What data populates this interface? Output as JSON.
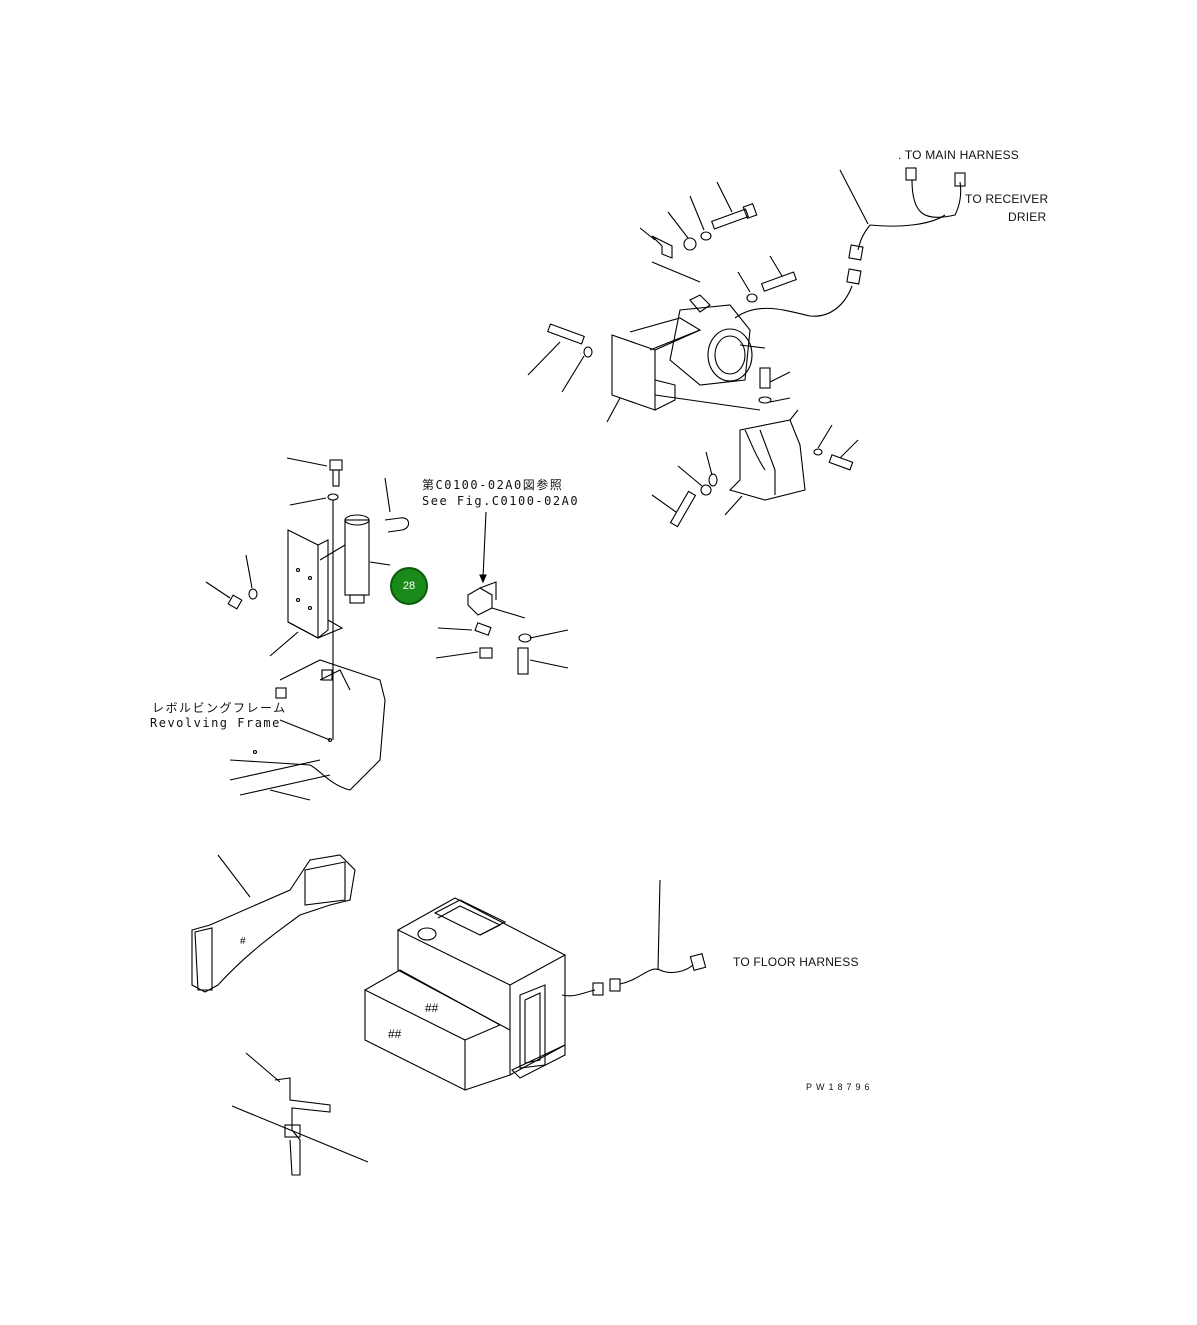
{
  "labels": {
    "main_harness": ". TO MAIN HARNESS",
    "receiver_line1": "TO RECEIVER",
    "receiver_line2": "DRIER",
    "see_fig_jp": "第C0100-02A0図参照",
    "see_fig_en": "See Fig.C0100-02A0",
    "frame_jp": "レボルビングフレーム",
    "frame_en": "Revolving Frame",
    "floor_harness": "TO FLOOR HARNESS",
    "drawing_code": "PW18796"
  },
  "callout": {
    "number": "28",
    "color": "#1a8a1a"
  }
}
